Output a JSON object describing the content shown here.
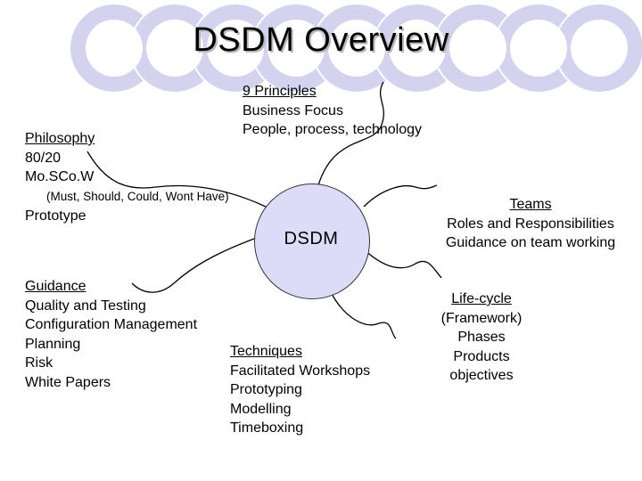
{
  "slide": {
    "title": "DSDM Overview",
    "center_label": "DSDM",
    "principles": {
      "heading": "9 Principles",
      "lines": [
        "Business Focus",
        "People, process, technology"
      ]
    },
    "philosophy": {
      "heading": "Philosophy",
      "lines": [
        "80/20",
        "Mo.SCo.W"
      ],
      "note": "(Must, Should, Could, Wont Have)",
      "last": "Prototype"
    },
    "teams": {
      "heading": "Teams",
      "lines": [
        "Roles and Responsibilities",
        "Guidance on team working"
      ]
    },
    "guidance": {
      "heading": "Guidance",
      "lines": [
        "Quality and Testing",
        "Configuration Management",
        "Planning",
        "Risk",
        "White Papers"
      ]
    },
    "techniques": {
      "heading": "Techniques",
      "lines": [
        "Facilitated Workshops",
        "Prototyping",
        "Modelling",
        "Timeboxing"
      ]
    },
    "lifecycle": {
      "heading": "Life-cycle",
      "lines": [
        "(Framework)",
        "Phases",
        "Products",
        "objectives"
      ]
    }
  },
  "colors": {
    "decor_circle_fill": "#d3d3ef",
    "center_fill": "#dcdcf8"
  }
}
